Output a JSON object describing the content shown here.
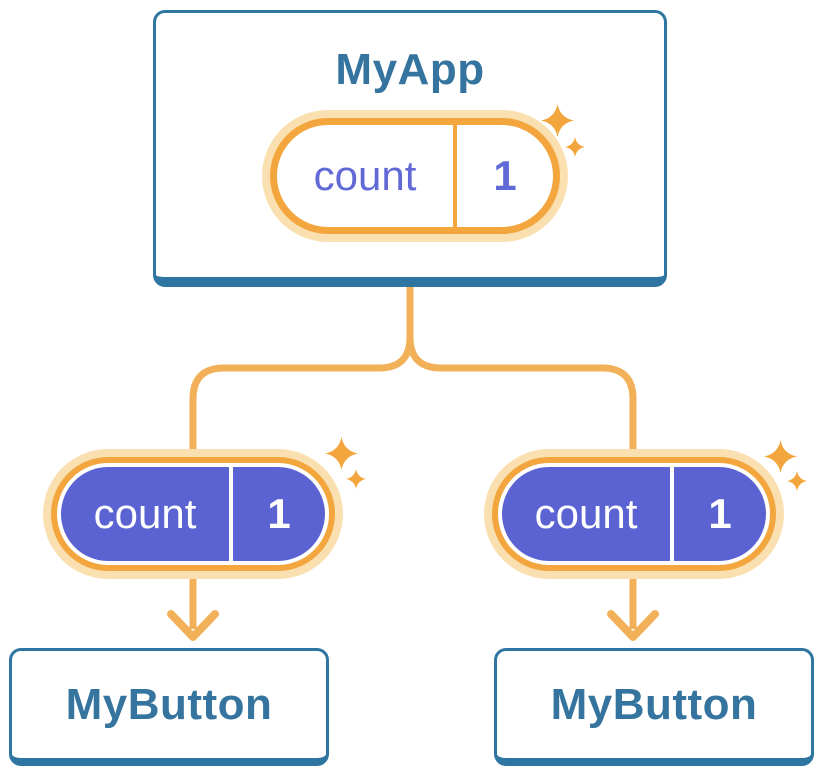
{
  "diagram": {
    "description": "React component tree showing state lifted to parent",
    "root": {
      "title": "MyApp",
      "state": {
        "name": "count",
        "value": "1"
      }
    },
    "children": [
      {
        "title": "MyButton",
        "state": {
          "name": "count",
          "value": "1"
        }
      },
      {
        "title": "MyButton",
        "state": {
          "name": "count",
          "value": "1"
        }
      }
    ]
  },
  "icons": {
    "sparkle": "four-point-star"
  },
  "colors": {
    "card_border_blue": "#2E75A2",
    "title_text_blue": "#35749E",
    "orange": "#F2A63D",
    "orange_line": "#F2B159",
    "cream_halo": "#FAE0B0",
    "purple": "#5B63D3",
    "purple_text": "#6169D6"
  }
}
